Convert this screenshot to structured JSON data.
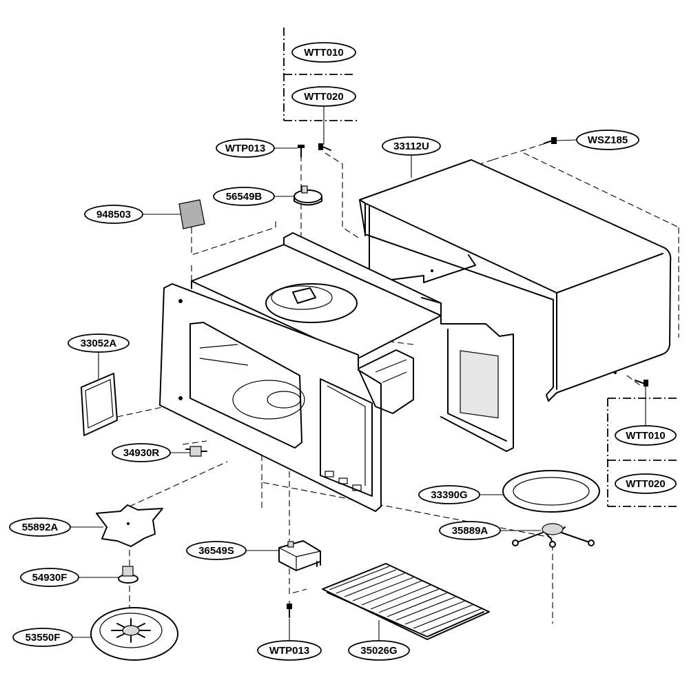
{
  "callouts": {
    "wtt010_top": "WTT010",
    "wtt020_top": "WTT020",
    "wtp013_top": "WTP013",
    "p33112u": "33112U",
    "wsz185": "WSZ185",
    "p56549b": "56549B",
    "p948503": "948503",
    "p33052a": "33052A",
    "p34930r": "34930R",
    "wtt010_right": "WTT010",
    "wtt020_right": "WTT020",
    "p33390g": "33390G",
    "p35889a": "35889A",
    "p55892a": "55892A",
    "p36549s": "36549S",
    "p54930f": "54930F",
    "p53550f": "53550F",
    "wtp013_bottom": "WTP013",
    "p35026g": "35026G"
  }
}
